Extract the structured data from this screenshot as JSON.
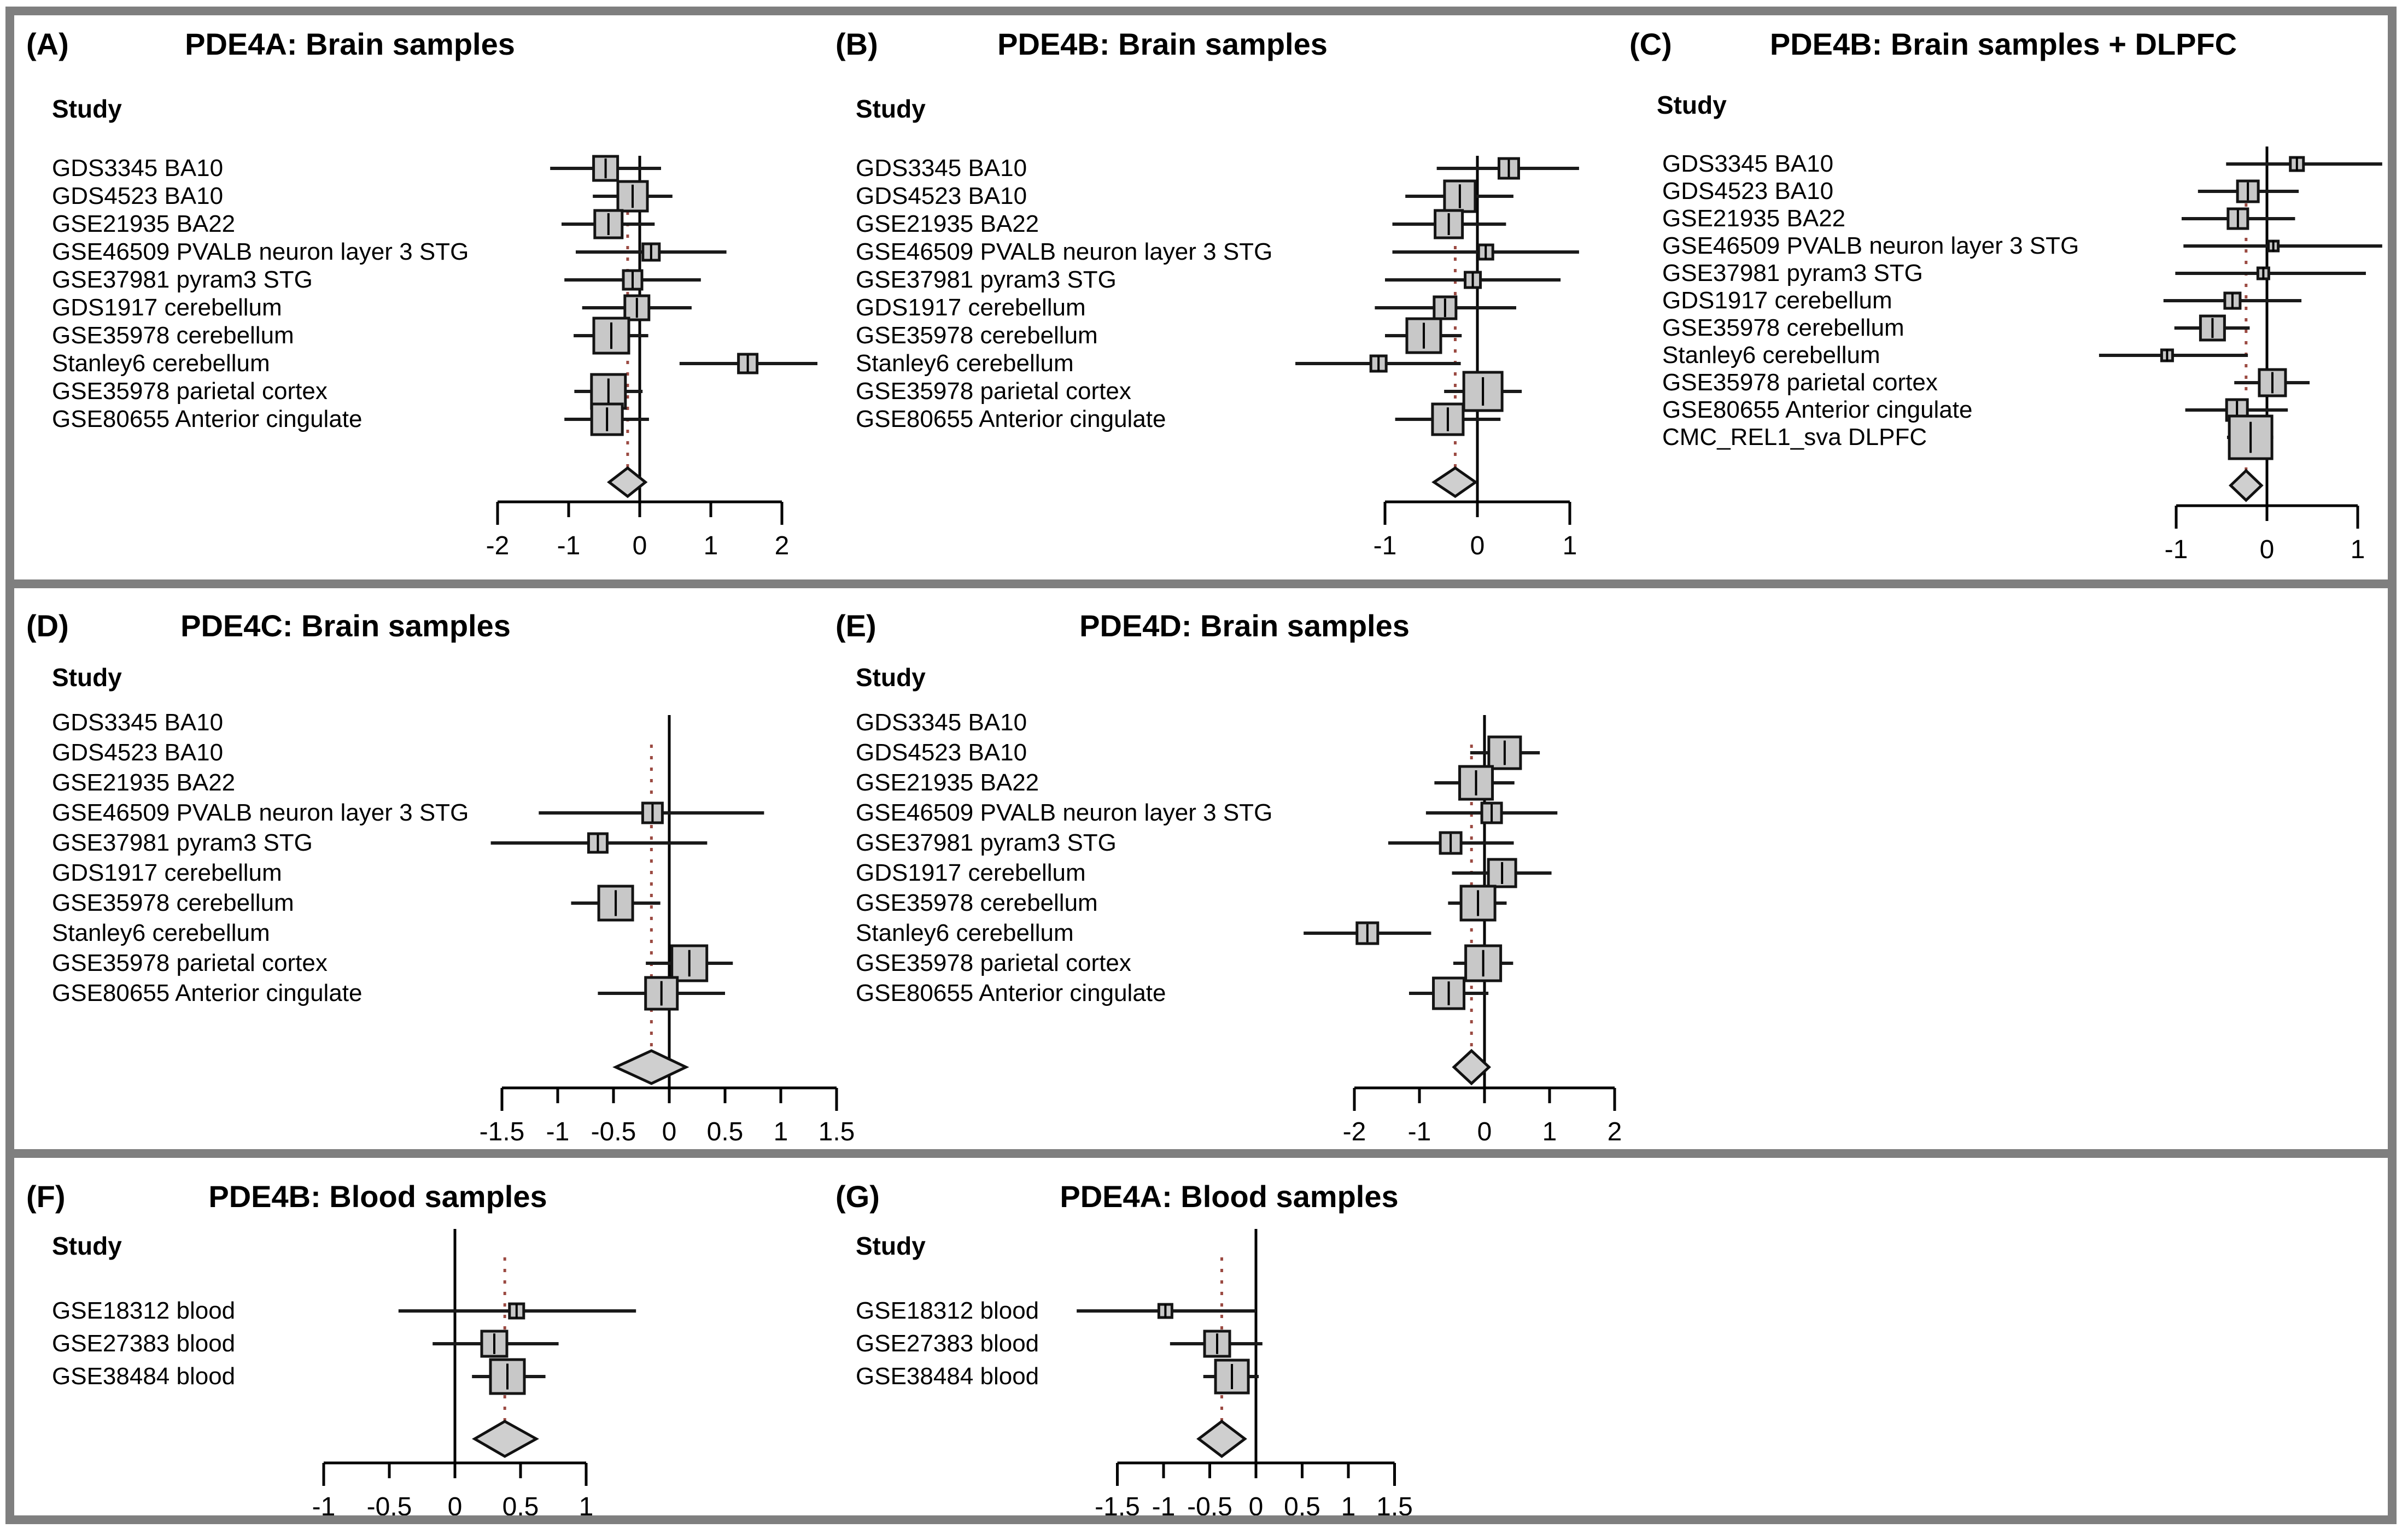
{
  "figure": {
    "description": "Forest plots of PDE4 gene expression meta-analyses",
    "colors": {
      "frame": "#7f7f7f",
      "background": "#ffffff",
      "pooled_line": "#9b4a42",
      "ci_line": "#1a1a1a",
      "square_fill": "#c8c8c8",
      "square_stroke": "#141414",
      "diamond_fill": "#cfcfcf",
      "axis_color": "#000000"
    }
  },
  "chart_data": [
    {
      "id": "A",
      "type": "scatter",
      "subtype": "forest-plot",
      "tag": "(A)",
      "title": "PDE4A: Brain samples",
      "study_header": "Study",
      "xlim": [
        -2,
        2
      ],
      "legend": "none",
      "grid": false,
      "ticks": [
        {
          "v": -2,
          "label": "-2"
        },
        {
          "v": -1,
          "label": "-1"
        },
        {
          "v": 0,
          "label": "0"
        },
        {
          "v": 1,
          "label": "1"
        },
        {
          "v": 2,
          "label": "2"
        }
      ],
      "pooled": {
        "est": -0.17,
        "lo": -0.43,
        "hi": 0.08
      },
      "studies": [
        {
          "label": "GDS3345 BA10",
          "est": -0.48,
          "lo": -1.26,
          "hi": 0.3,
          "size": 44
        },
        {
          "label": "GDS4523 BA10",
          "est": -0.1,
          "lo": -0.66,
          "hi": 0.46,
          "size": 54
        },
        {
          "label": "GSE21935 BA22",
          "est": -0.44,
          "lo": -1.1,
          "hi": 0.21,
          "size": 50
        },
        {
          "label": "GSE46509 PVALB neuron layer 3 STG",
          "est": 0.16,
          "lo": -0.9,
          "hi": 1.22,
          "size": 30
        },
        {
          "label": "GSE37981 pyram3 STG",
          "est": -0.1,
          "lo": -1.06,
          "hi": 0.86,
          "size": 34
        },
        {
          "label": "GDS1917 cerebellum",
          "est": -0.04,
          "lo": -0.81,
          "hi": 0.73,
          "size": 44
        },
        {
          "label": "GSE35978 cerebellum",
          "est": -0.4,
          "lo": -0.93,
          "hi": 0.12,
          "size": 64
        },
        {
          "label": "Stanley6 cerebellum",
          "est": 1.52,
          "lo": 0.56,
          "hi": 2.5,
          "size": 34
        },
        {
          "label": "GSE35978 parietal cortex",
          "est": -0.44,
          "lo": -0.92,
          "hi": 0.04,
          "size": 62
        },
        {
          "label": "GSE80655 Anterior cingulate",
          "est": -0.46,
          "lo": -1.06,
          "hi": 0.13,
          "size": 56
        }
      ]
    },
    {
      "id": "B",
      "type": "scatter",
      "subtype": "forest-plot",
      "tag": "(B)",
      "title": "PDE4B: Brain samples",
      "study_header": "Study",
      "xlim": [
        -1,
        1
      ],
      "legend": "none",
      "grid": false,
      "ticks": [
        {
          "v": -1,
          "label": "-1"
        },
        {
          "v": 0,
          "label": "0"
        },
        {
          "v": 1,
          "label": "1"
        }
      ],
      "pooled": {
        "est": -0.24,
        "lo": -0.47,
        "hi": -0.02
      },
      "studies": [
        {
          "label": "GDS3345 BA10",
          "est": 0.34,
          "lo": -0.44,
          "hi": 1.1,
          "size": 36
        },
        {
          "label": "GDS4523 BA10",
          "est": -0.19,
          "lo": -0.78,
          "hi": 0.39,
          "size": 56
        },
        {
          "label": "GSE21935 BA22",
          "est": -0.31,
          "lo": -0.92,
          "hi": 0.31,
          "size": 50
        },
        {
          "label": "GSE46509 PVALB neuron layer 3 STG",
          "est": 0.09,
          "lo": -0.92,
          "hi": 1.1,
          "size": 26
        },
        {
          "label": "GSE37981 pyram3 STG",
          "est": -0.05,
          "lo": -1.0,
          "hi": 0.9,
          "size": 28
        },
        {
          "label": "GDS1917 cerebellum",
          "est": -0.35,
          "lo": -1.11,
          "hi": 0.42,
          "size": 40
        },
        {
          "label": "GSE35978 cerebellum",
          "est": -0.58,
          "lo": -1.0,
          "hi": -0.17,
          "size": 62
        },
        {
          "label": "Stanley6 cerebellum",
          "est": -1.07,
          "lo": -1.97,
          "hi": -0.18,
          "size": 28
        },
        {
          "label": "GSE35978 parietal cortex",
          "est": 0.06,
          "lo": -0.36,
          "hi": 0.48,
          "size": 70
        },
        {
          "label": "GSE80655 Anterior cingulate",
          "est": -0.32,
          "lo": -0.89,
          "hi": 0.25,
          "size": 56
        }
      ]
    },
    {
      "id": "C",
      "type": "scatter",
      "subtype": "forest-plot",
      "tag": "(C)",
      "title": "PDE4B: Brain samples + DLPFC",
      "study_header": "Study",
      "xlim": [
        -1,
        1
      ],
      "legend": "none",
      "grid": false,
      "ticks": [
        {
          "v": -1,
          "label": "-1"
        },
        {
          "v": 0,
          "label": "0"
        },
        {
          "v": 1,
          "label": "1"
        }
      ],
      "pooled": {
        "est": -0.23,
        "lo": -0.4,
        "hi": -0.06
      },
      "studies": [
        {
          "label": "GDS3345 BA10",
          "est": 0.33,
          "lo": -0.45,
          "hi": 1.27,
          "size": 24
        },
        {
          "label": "GDS4523 BA10",
          "est": -0.21,
          "lo": -0.76,
          "hi": 0.35,
          "size": 38
        },
        {
          "label": "GSE21935 BA22",
          "est": -0.32,
          "lo": -0.94,
          "hi": 0.31,
          "size": 36
        },
        {
          "label": "GSE46509 PVALB neuron layer 3 STG",
          "est": 0.07,
          "lo": -0.92,
          "hi": 1.27,
          "size": 18
        },
        {
          "label": "GSE37981 pyram3 STG",
          "est": -0.04,
          "lo": -1.01,
          "hi": 1.09,
          "size": 20
        },
        {
          "label": "GDS1917 cerebellum",
          "est": -0.38,
          "lo": -1.14,
          "hi": 0.38,
          "size": 28
        },
        {
          "label": "GSE35978 cerebellum",
          "est": -0.6,
          "lo": -1.02,
          "hi": -0.19,
          "size": 44
        },
        {
          "label": "Stanley6 cerebellum",
          "est": -1.1,
          "lo": -1.85,
          "hi": -0.21,
          "size": 20
        },
        {
          "label": "GSE35978 parietal cortex",
          "est": 0.06,
          "lo": -0.36,
          "hi": 0.47,
          "size": 48
        },
        {
          "label": "GSE80655 Anterior cingulate",
          "est": -0.33,
          "lo": -0.9,
          "hi": 0.23,
          "size": 38
        },
        {
          "label": "CMC_REL1_sva DLPFC",
          "est": -0.18,
          "lo": -0.44,
          "hi": 0.07,
          "size": 78
        }
      ]
    },
    {
      "id": "D",
      "type": "scatter",
      "subtype": "forest-plot",
      "tag": "(D)",
      "title": "PDE4C: Brain samples",
      "study_header": "Study",
      "xlim": [
        -1.5,
        1.5
      ],
      "legend": "none",
      "grid": false,
      "ticks": [
        {
          "v": -1.5,
          "label": "-1.5"
        },
        {
          "v": -1,
          "label": "-1"
        },
        {
          "v": -0.5,
          "label": "-0.5"
        },
        {
          "v": 0,
          "label": "0"
        },
        {
          "v": 0.5,
          "label": "0.5"
        },
        {
          "v": 1,
          "label": "1"
        },
        {
          "v": 1.5,
          "label": "1.5"
        }
      ],
      "pooled": {
        "est": -0.16,
        "lo": -0.48,
        "hi": 0.15
      },
      "studies": [
        {
          "label": "GDS3345 BA10",
          "est": null,
          "lo": null,
          "hi": null,
          "size": null
        },
        {
          "label": "GDS4523 BA10",
          "est": null,
          "lo": null,
          "hi": null,
          "size": null
        },
        {
          "label": "GSE21935 BA22",
          "est": null,
          "lo": null,
          "hi": null,
          "size": null
        },
        {
          "label": "GSE46509 PVALB neuron layer 3 STG",
          "est": -0.15,
          "lo": -1.17,
          "hi": 0.85,
          "size": 36
        },
        {
          "label": "GSE37981 pyram3 STG",
          "est": -0.64,
          "lo": -1.6,
          "hi": 0.34,
          "size": 34
        },
        {
          "label": "GDS1917 cerebellum",
          "est": null,
          "lo": null,
          "hi": null,
          "size": null
        },
        {
          "label": "GSE35978 cerebellum",
          "est": -0.48,
          "lo": -0.88,
          "hi": -0.08,
          "size": 62
        },
        {
          "label": "Stanley6 cerebellum",
          "est": null,
          "lo": null,
          "hi": null,
          "size": null
        },
        {
          "label": "GSE35978 parietal cortex",
          "est": 0.18,
          "lo": -0.21,
          "hi": 0.57,
          "size": 64
        },
        {
          "label": "GSE80655 Anterior cingulate",
          "est": -0.07,
          "lo": -0.64,
          "hi": 0.5,
          "size": 58
        }
      ]
    },
    {
      "id": "E",
      "type": "scatter",
      "subtype": "forest-plot",
      "tag": "(E)",
      "title": "PDE4D: Brain samples",
      "study_header": "Study",
      "xlim": [
        -2,
        2
      ],
      "legend": "none",
      "grid": false,
      "ticks": [
        {
          "v": -2,
          "label": "-2"
        },
        {
          "v": -1,
          "label": "-1"
        },
        {
          "v": 0,
          "label": "0"
        },
        {
          "v": 1,
          "label": "1"
        },
        {
          "v": 2,
          "label": "2"
        }
      ],
      "pooled": {
        "est": -0.2,
        "lo": -0.47,
        "hi": 0.07
      },
      "studies": [
        {
          "label": "GDS3345 BA10",
          "est": null,
          "lo": null,
          "hi": null,
          "size": null
        },
        {
          "label": "GDS4523 BA10",
          "est": 0.31,
          "lo": -0.22,
          "hi": 0.85,
          "size": 58
        },
        {
          "label": "GSE21935 BA22",
          "est": -0.13,
          "lo": -0.77,
          "hi": 0.46,
          "size": 60
        },
        {
          "label": "GSE46509 PVALB neuron layer 3 STG",
          "est": 0.11,
          "lo": -0.9,
          "hi": 1.12,
          "size": 36
        },
        {
          "label": "GSE37981 pyram3 STG",
          "est": -0.52,
          "lo": -1.48,
          "hi": 0.45,
          "size": 38
        },
        {
          "label": "GDS1917 cerebellum",
          "est": 0.27,
          "lo": -0.5,
          "hi": 1.03,
          "size": 50
        },
        {
          "label": "GSE35978 cerebellum",
          "est": -0.1,
          "lo": -0.56,
          "hi": 0.34,
          "size": 62
        },
        {
          "label": "Stanley6 cerebellum",
          "est": -1.8,
          "lo": -2.78,
          "hi": -0.82,
          "size": 38
        },
        {
          "label": "GSE35978 parietal cortex",
          "est": -0.02,
          "lo": -0.48,
          "hi": 0.44,
          "size": 64
        },
        {
          "label": "GSE80655 Anterior cingulate",
          "est": -0.55,
          "lo": -1.16,
          "hi": 0.06,
          "size": 56
        }
      ]
    },
    {
      "id": "F",
      "type": "scatter",
      "subtype": "forest-plot",
      "tag": "(F)",
      "title": "PDE4B: Blood samples",
      "study_header": "Study",
      "xlim": [
        -1,
        1
      ],
      "legend": "none",
      "grid": false,
      "ticks": [
        {
          "v": -1,
          "label": "-1"
        },
        {
          "v": -0.5,
          "label": "-0.5"
        },
        {
          "v": 0,
          "label": "0"
        },
        {
          "v": 0.5,
          "label": "0.5"
        },
        {
          "v": 1,
          "label": "1"
        }
      ],
      "pooled": {
        "est": 0.38,
        "lo": 0.15,
        "hi": 0.62
      },
      "studies": [
        {
          "label": "GSE18312 blood",
          "est": 0.47,
          "lo": -0.43,
          "hi": 1.38,
          "size": 26
        },
        {
          "label": "GSE27383 blood",
          "est": 0.3,
          "lo": -0.17,
          "hi": 0.79,
          "size": 46
        },
        {
          "label": "GSE38484 blood",
          "est": 0.4,
          "lo": 0.13,
          "hi": 0.69,
          "size": 62
        }
      ]
    },
    {
      "id": "G",
      "type": "scatter",
      "subtype": "forest-plot",
      "tag": "(G)",
      "title": "PDE4A: Blood samples",
      "study_header": "Study",
      "xlim": [
        -1.5,
        1.5
      ],
      "legend": "none",
      "grid": false,
      "ticks": [
        {
          "v": -1.5,
          "label": "-1.5"
        },
        {
          "v": -1,
          "label": "-1"
        },
        {
          "v": -0.5,
          "label": "-0.5"
        },
        {
          "v": 0,
          "label": "0"
        },
        {
          "v": 0.5,
          "label": "0.5"
        },
        {
          "v": 1,
          "label": "1"
        },
        {
          "v": 1.5,
          "label": "1.5"
        }
      ],
      "pooled": {
        "est": -0.37,
        "lo": -0.62,
        "hi": -0.12
      },
      "studies": [
        {
          "label": "GSE18312 blood",
          "est": -0.98,
          "lo": -1.94,
          "hi": 0.0,
          "size": 24
        },
        {
          "label": "GSE27383 blood",
          "est": -0.42,
          "lo": -0.93,
          "hi": 0.07,
          "size": 46
        },
        {
          "label": "GSE38484 blood",
          "est": -0.26,
          "lo": -0.57,
          "hi": 0.03,
          "size": 60
        }
      ]
    }
  ]
}
